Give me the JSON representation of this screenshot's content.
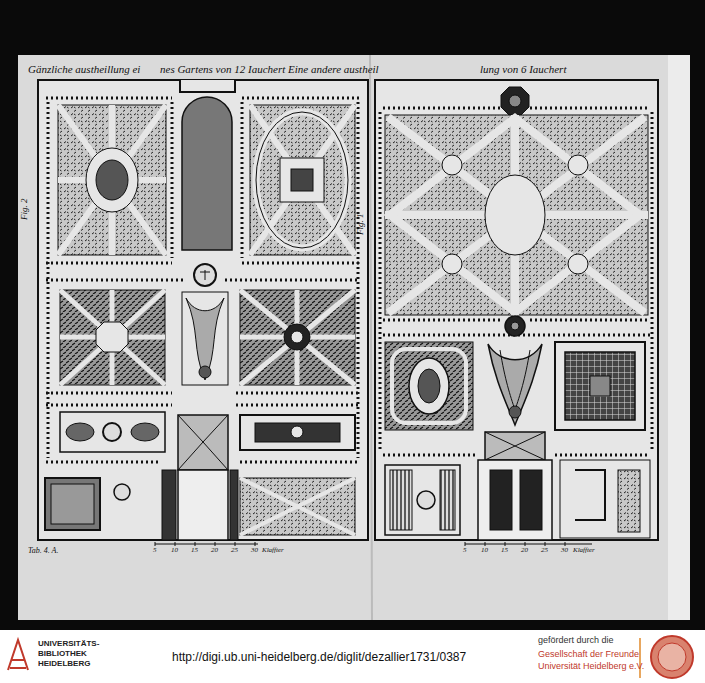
{
  "diagram": {
    "labels": [
      "Gänzliche austheillung ei",
      "nes Gartens von 12 Iauchert",
      "Eine andere austheil",
      "lung von 6 Iauchert",
      "Fig. 2",
      "Fig. 1",
      "5",
      "10",
      "15",
      "20",
      "25",
      "30",
      "Klaffter",
      "5",
      "10",
      "15",
      "20",
      "25",
      "30",
      "Klaffter",
      "Tab. 4. A.",
      "UNIVERSITÄTS-",
      "BIBLIOTHEK",
      "HEIDELBERG",
      "http://digi.ub.uni-heidelberg.de/diglit/dezallier1731/0387",
      "gefördert durch die",
      "Gesellschaft der Freunde",
      "Universität Heidelberg e.V."
    ]
  }
}
